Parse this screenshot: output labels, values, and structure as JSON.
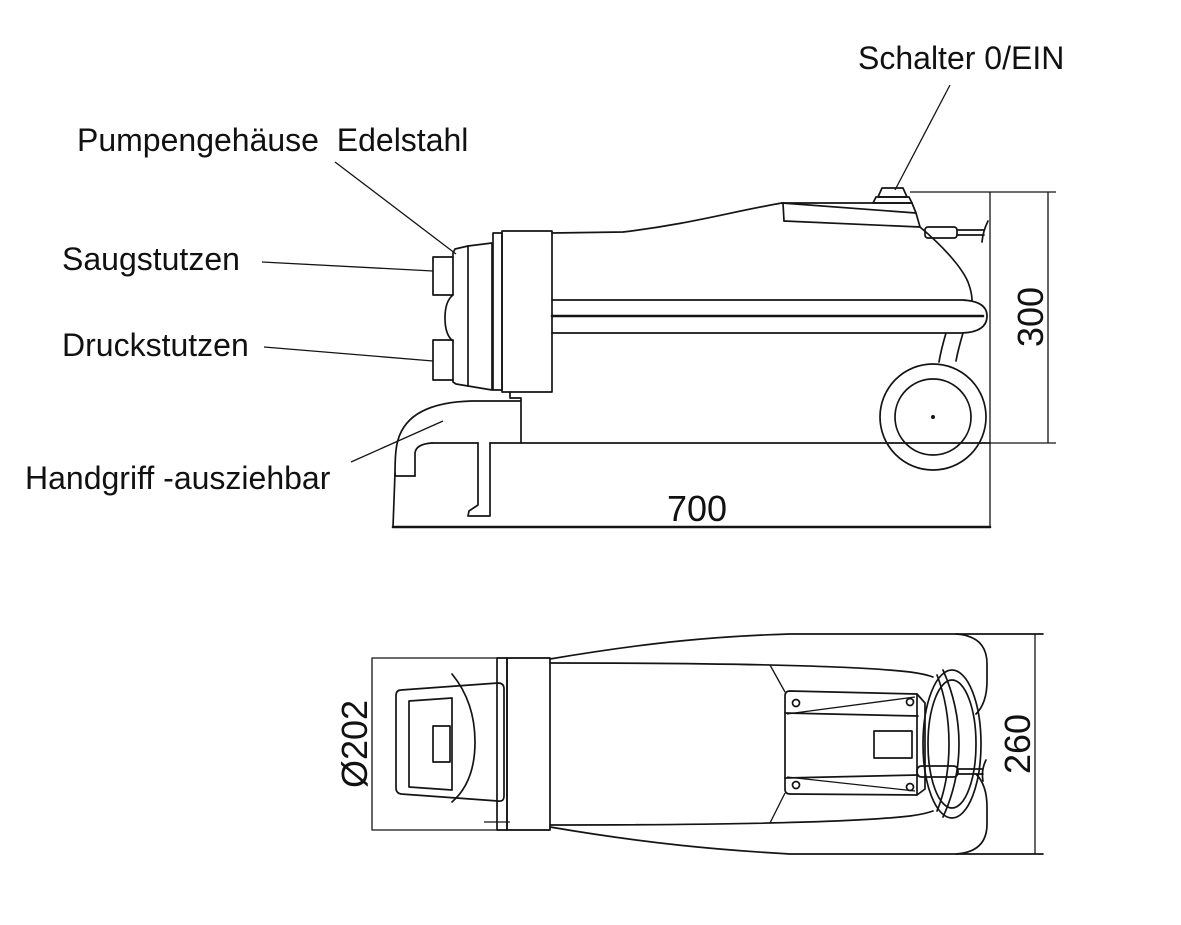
{
  "drawing": {
    "labels": {
      "switch": "Schalter 0/EIN",
      "pump_housing": "Pumpengehäuse  Edelstahl",
      "suction_port": "Saugstutzen",
      "pressure_port": "Druckstutzen",
      "handle": "Handgriff -ausziehbar"
    },
    "dimensions": {
      "length_mm": "700",
      "height_mm": "300",
      "housing_diameter_mm": "Ø202",
      "width_mm": "260"
    },
    "colors": {
      "line": "#141414",
      "background": "#ffffff"
    }
  }
}
